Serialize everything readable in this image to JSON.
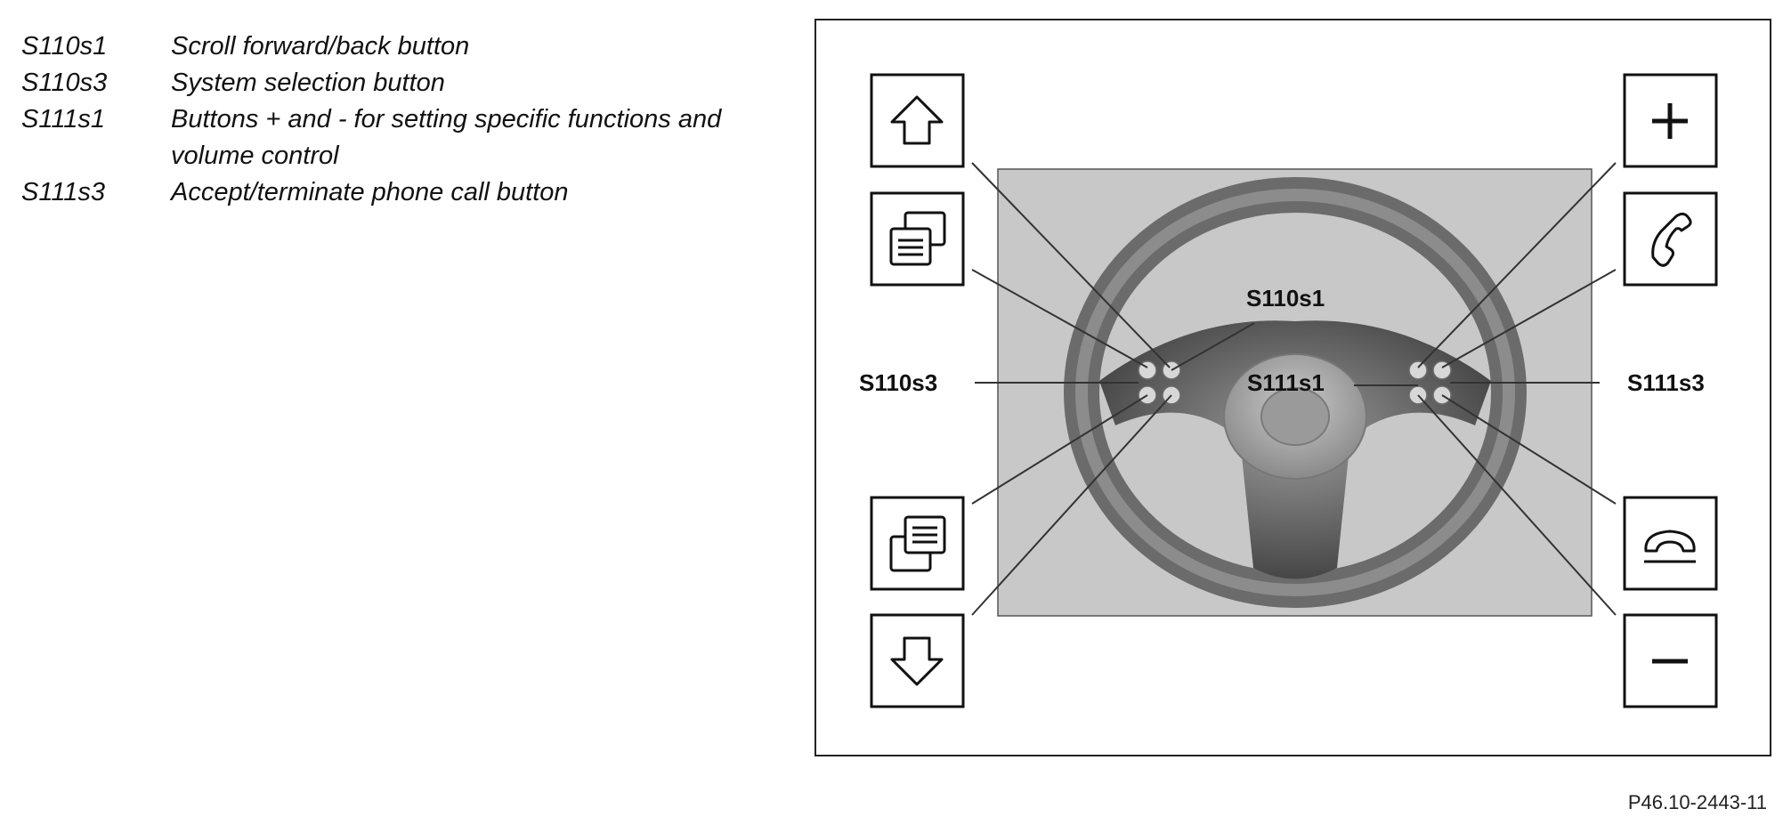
{
  "legend": [
    {
      "code": "S110s1",
      "description": "Scroll forward/back button"
    },
    {
      "code": "S110s3",
      "description": "System selection button"
    },
    {
      "code": "S111s1",
      "description": "Buttons + and - for setting specific functions and volume control"
    },
    {
      "code": "S111s3",
      "description": "Accept/terminate phone call button"
    }
  ],
  "diagram": {
    "labels": {
      "s110s1": "S110s1",
      "s110s3": "S110s3",
      "s111s1": "S111s1",
      "s111s3": "S111s3"
    },
    "buttons_left": [
      "arrow-up-icon",
      "system-select-forward-icon",
      "system-select-back-icon",
      "arrow-down-icon"
    ],
    "buttons_right": [
      "plus-icon",
      "phone-accept-icon",
      "phone-hangup-icon",
      "minus-icon"
    ],
    "colors": {
      "background_panel": "#c8c8c8",
      "wheel": "#6e6e6e",
      "frame": "#222222"
    }
  },
  "reference_code": "P46.10-2443-11"
}
